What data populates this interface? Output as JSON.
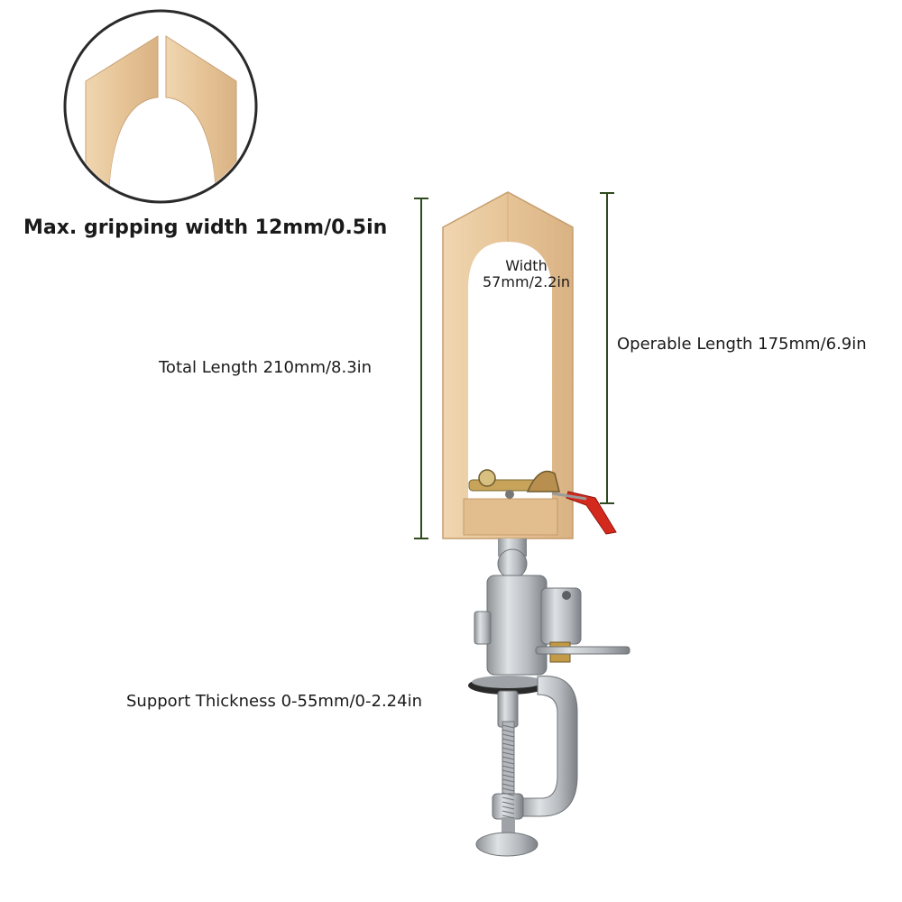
{
  "labels": {
    "grip": "Max. gripping width 12mm/0.5in",
    "total_length": "Total Length 210mm/8.3in",
    "operable_length": "Operable Length 175mm/6.9in",
    "width_title": "Width",
    "width_value": "57mm/2.2in",
    "support_thickness": "Support Thickness 0-55mm/0-2.24in"
  },
  "colors": {
    "dimension_line": "#2f4a1e",
    "wood": "#e8c9a0",
    "metal": "#b8bcc0",
    "red_lever": "#d42a1e"
  }
}
